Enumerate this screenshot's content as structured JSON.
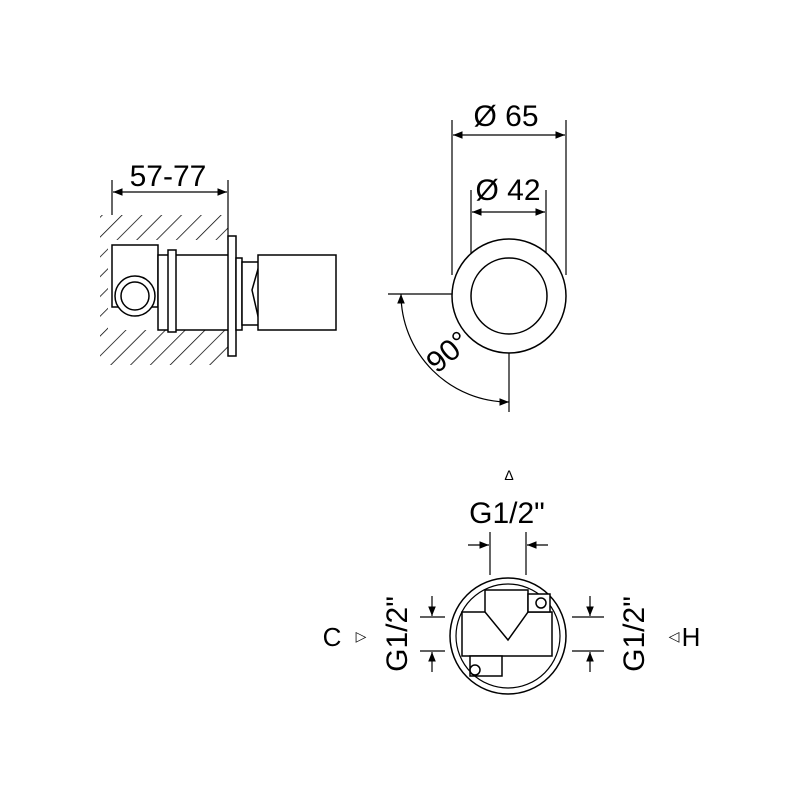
{
  "side_view": {
    "depth_range": "57-77"
  },
  "front_view": {
    "outer_diameter": "Ø 65",
    "inner_diameter": "Ø 42",
    "rotation_angle": "90°"
  },
  "rear_view": {
    "top_connection": "G1/2\"",
    "left_connection": "G1/2\"",
    "right_connection": "G1/2\"",
    "cold_label": "C",
    "hot_label": "H",
    "top_marker": "Δ",
    "left_marker": "▷",
    "right_marker": "◁"
  },
  "colors": {
    "line": "#000000",
    "background": "#ffffff"
  }
}
